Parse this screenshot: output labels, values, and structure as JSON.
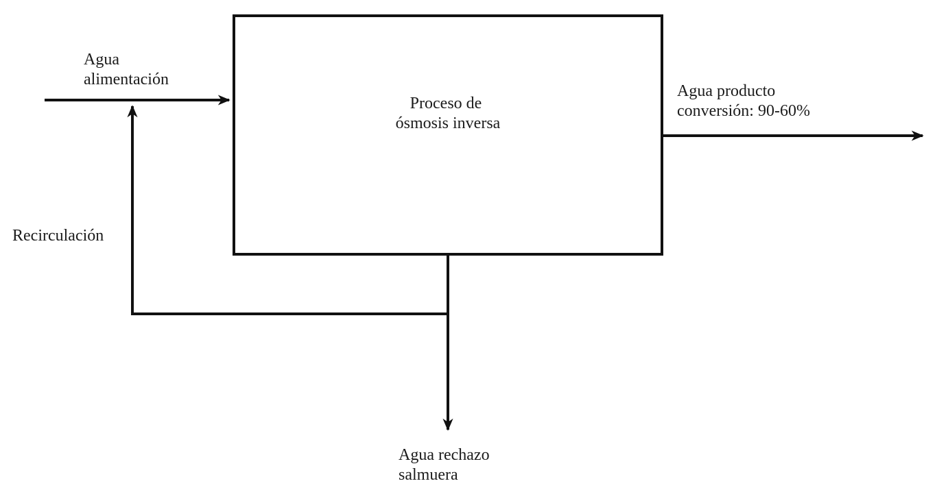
{
  "diagram": {
    "type": "process-flow-block-diagram",
    "process_box": {
      "label_line1": "Proceso de",
      "label_line2": "ósmosis inversa"
    },
    "streams": {
      "feed": {
        "label_line1": "Agua",
        "label_line2": "alimentación"
      },
      "recirculation": {
        "label": "Recirculación"
      },
      "product": {
        "label_line1": "Agua producto",
        "label_line2": "conversión: 90-60%"
      },
      "reject": {
        "label_line1": "Agua rechazo",
        "label_line2": "salmuera"
      }
    },
    "colors": {
      "line": "#111111",
      "text": "#1c1c1c",
      "background": "#ffffff"
    }
  }
}
